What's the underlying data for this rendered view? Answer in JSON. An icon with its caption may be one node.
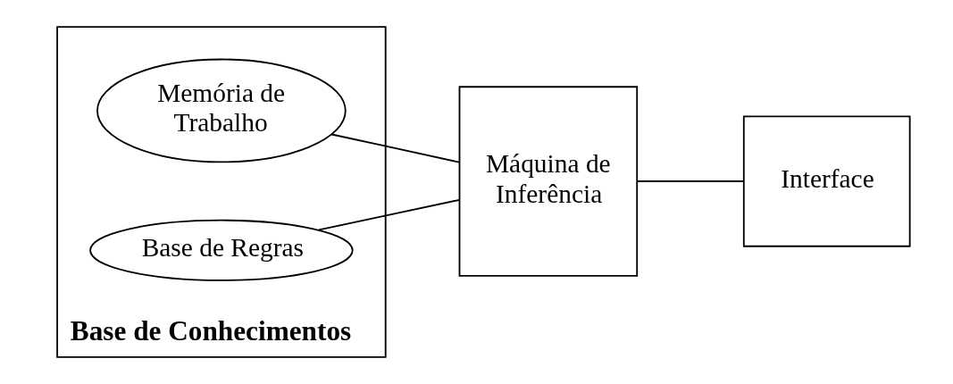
{
  "diagram": {
    "nodes": [
      {
        "text": [
          "Base de Conhecimentos"
        ]
      },
      {
        "text": [
          "Memória de Trabalho"
        ],
        "in": 0
      },
      {
        "text": [
          "Base de Regras"
        ],
        "in": 0
      },
      {
        "text": [
          "Máquina de Inferência"
        ]
      },
      {
        "text": [
          "Interface"
        ]
      }
    ],
    "edges": [
      {
        "from": 1,
        "to": 3,
        "arrow": "none"
      },
      {
        "from": 2,
        "to": 3,
        "arrow": "none"
      },
      {
        "from": 3,
        "to": 4,
        "arrow": "none"
      }
    ]
  }
}
